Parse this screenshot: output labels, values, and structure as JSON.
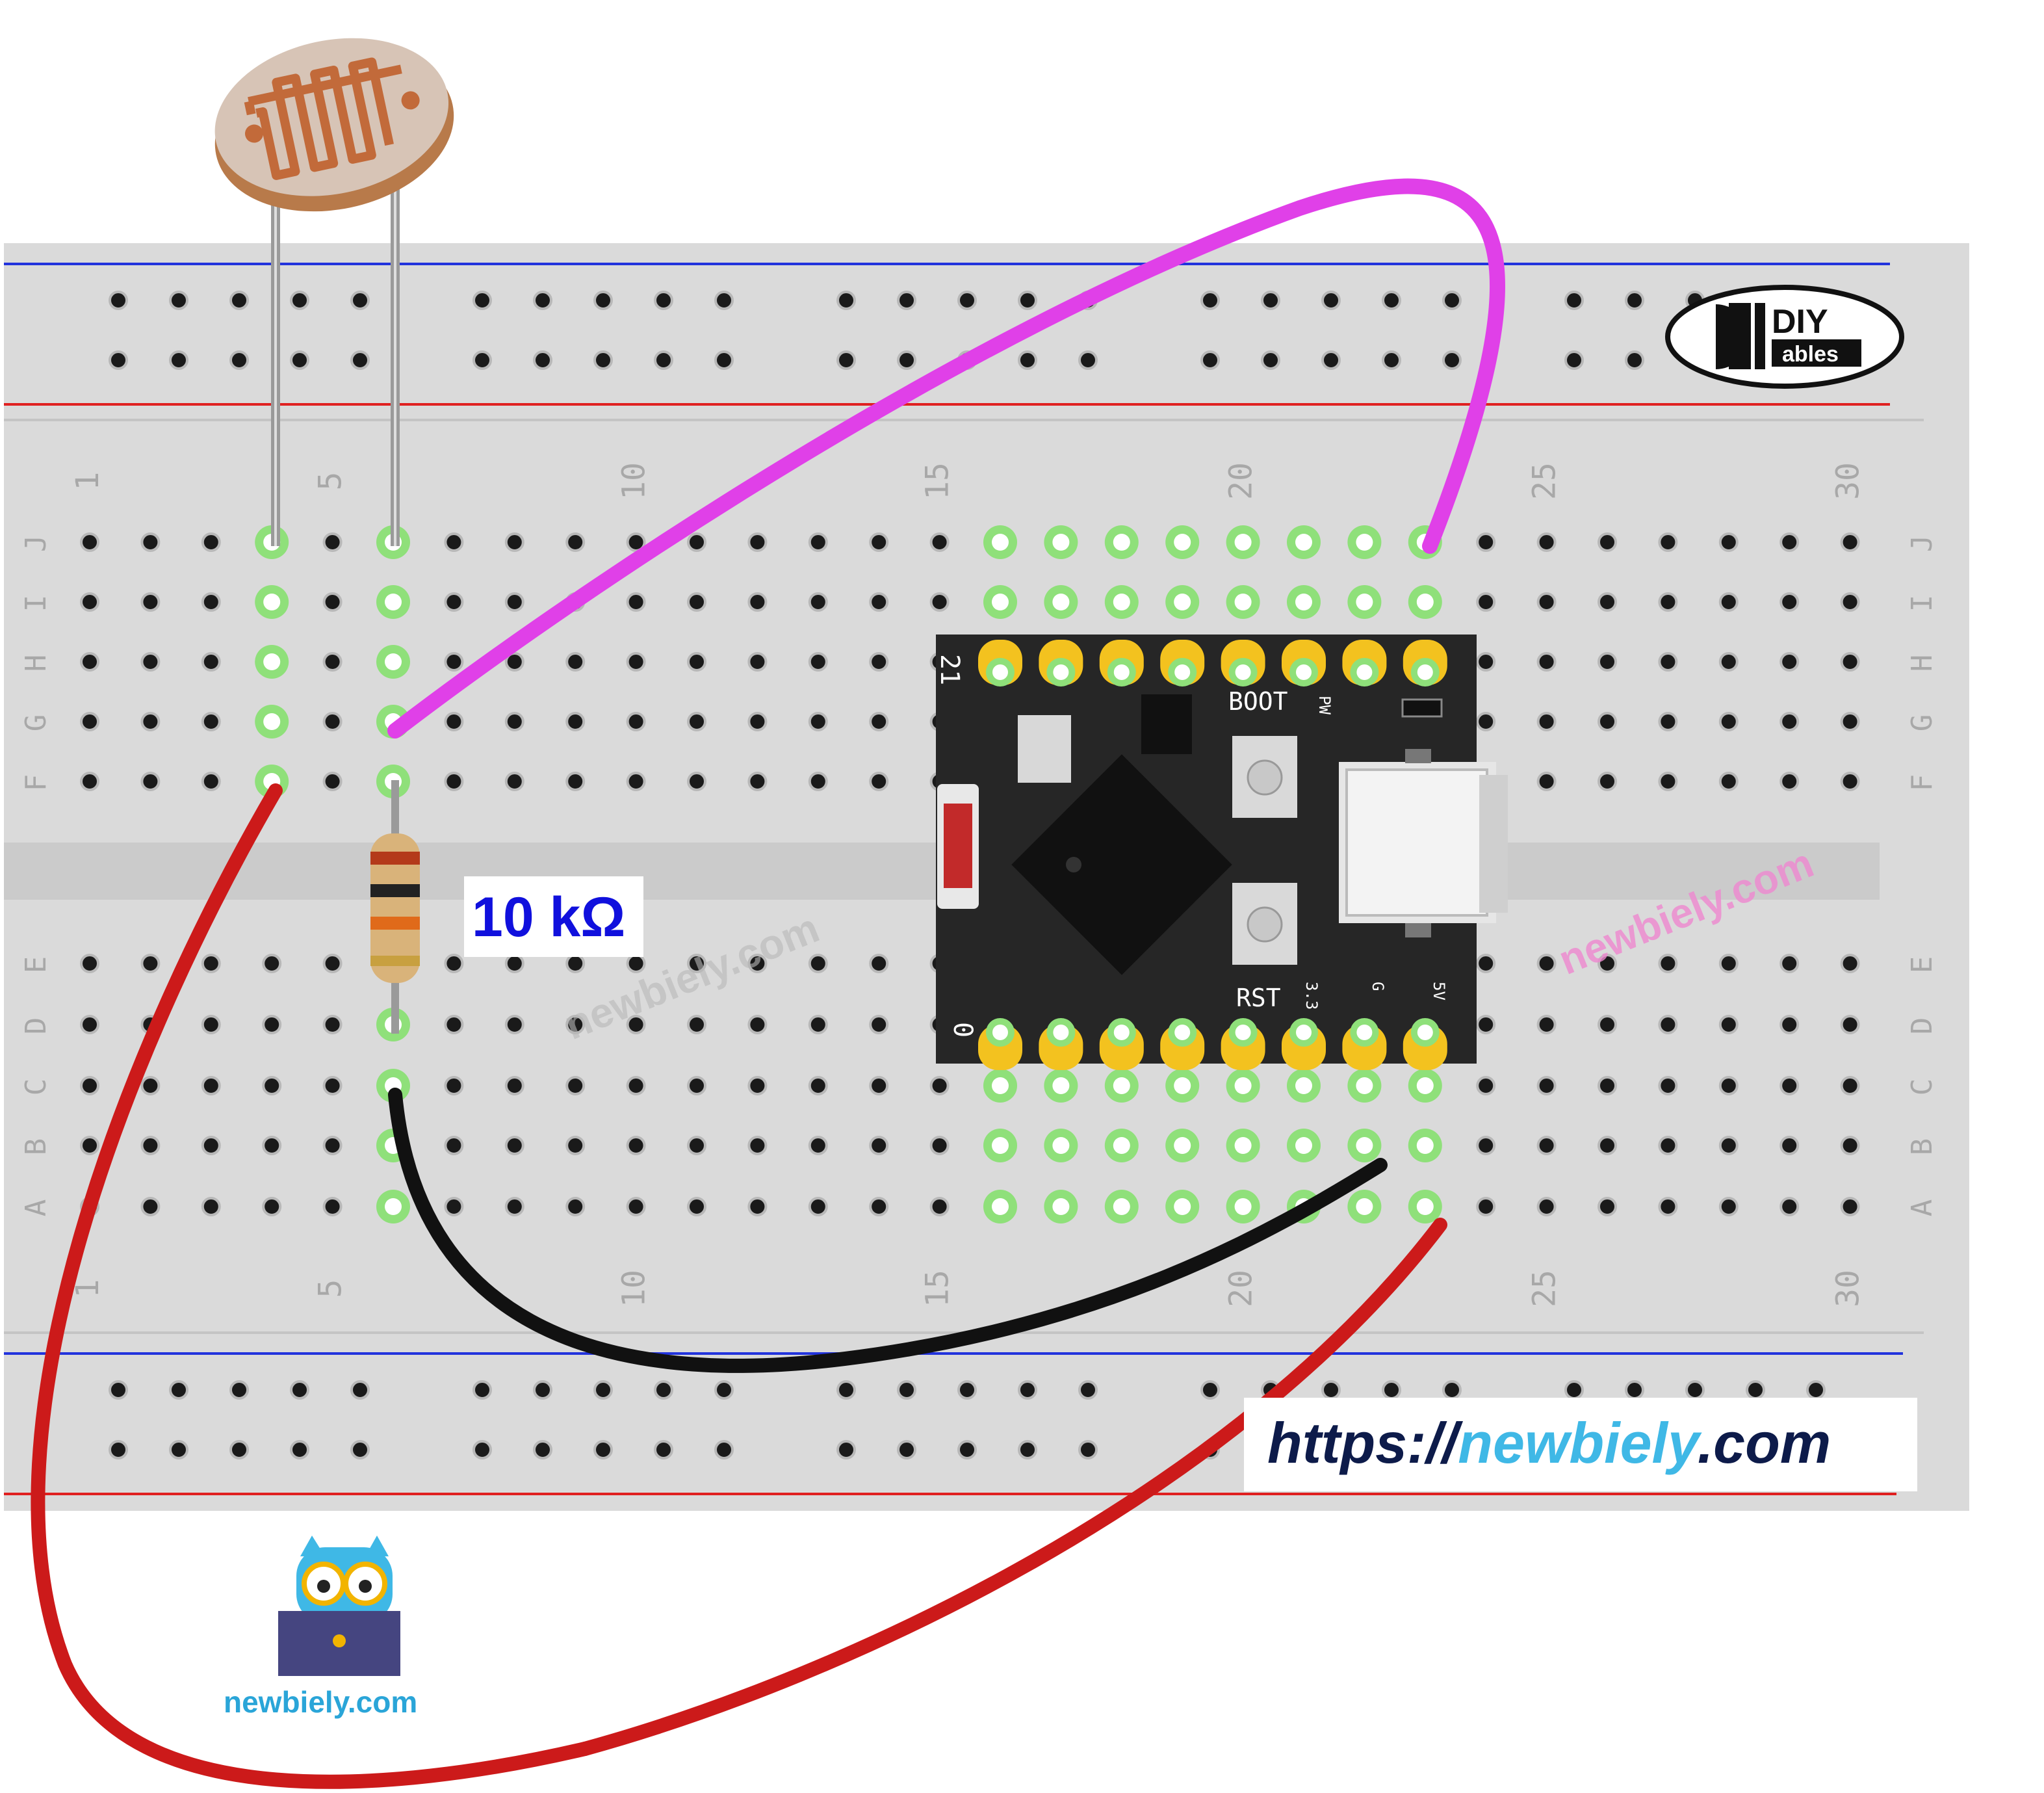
{
  "breadboard": {
    "row_letters": [
      "J",
      "I",
      "H",
      "G",
      "F",
      "E",
      "D",
      "C",
      "B",
      "A"
    ],
    "column_numbers": [
      "1",
      "5",
      "10",
      "15",
      "20",
      "25",
      "30"
    ],
    "colors": {
      "board": "#dadada",
      "rail_blue": "#2233dd",
      "rail_red": "#e02020",
      "hole": "#1a1a1a",
      "hole_active": "#8fe07a",
      "label": "#a8a8a8"
    }
  },
  "resistor": {
    "label": "10 kΩ",
    "label_color": "#1010dd"
  },
  "module": {
    "top_pin_label": "21",
    "bottom_pin_label": "0",
    "boot_label": "BOOT",
    "pw_label": "PW",
    "rst_label": "RST",
    "pin_labels": [
      "3.3",
      "G",
      "5V"
    ],
    "colors": {
      "pcb": "#262626",
      "pad": "#f3c21f",
      "silk": "#ffffff"
    }
  },
  "wires": {
    "colors": {
      "signal": "#e040e8",
      "ground": "#111111",
      "power": "#cc1a1a"
    }
  },
  "logos": {
    "diyables": {
      "top": "DIY",
      "bottom": "ables"
    },
    "owl_caption": "newbiely.com",
    "watermark": "newbiely.com"
  },
  "url": {
    "prefix": "https://",
    "domain": "newbiely",
    "suffix": ".com",
    "colors": {
      "dark": "#0d1b4a",
      "accent": "#3fb8e6"
    }
  }
}
